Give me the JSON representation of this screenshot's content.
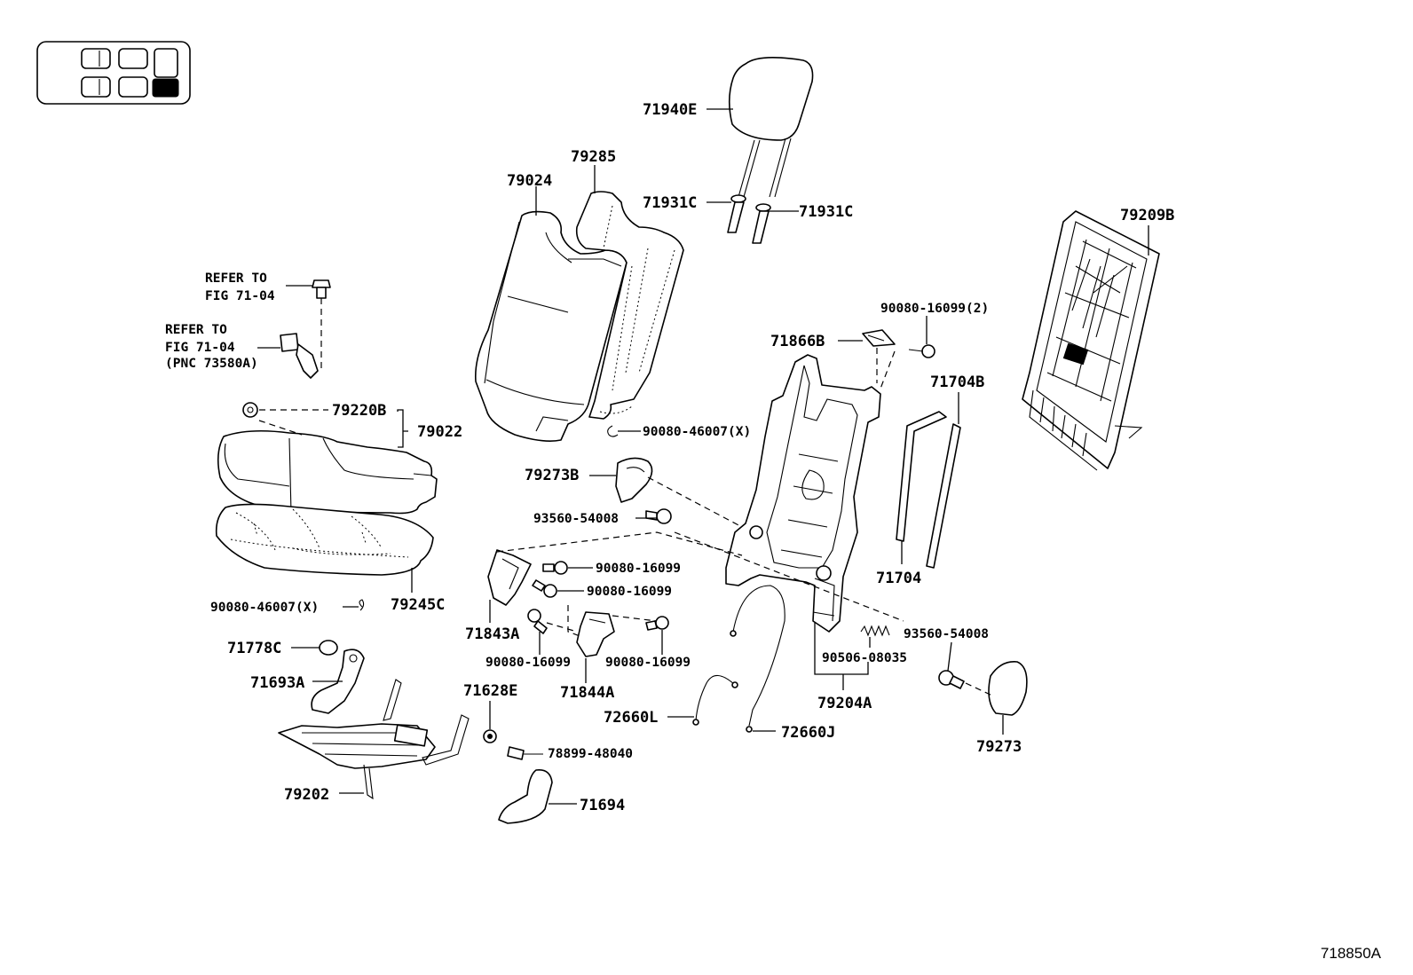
{
  "figure_id": "718850A",
  "refer1": {
    "line1": "REFER TO",
    "line2": "FIG 71-04"
  },
  "refer2": {
    "line1": "REFER TO",
    "line2": "FIG 71-04",
    "line3": "(PNC 73580A)"
  },
  "labels": {
    "p71940E": "71940E",
    "p79285": "79285",
    "p79024": "79024",
    "p71931C_a": "71931C",
    "p71931C_b": "71931C",
    "p79209B": "79209B",
    "p90080_16099_2": "90080-16099(2)",
    "p71866B": "71866B",
    "p71704B": "71704B",
    "p79220B": "79220B",
    "p79022": "79022",
    "p90080_46007_a": "90080-46007(X)",
    "p79273B": "79273B",
    "p93560_54008_a": "93560-54008",
    "p90080_16099_a": "90080-16099",
    "p90080_16099_b": "90080-16099",
    "p71704": "71704",
    "p90080_46007_b": "90080-46007(X)",
    "p79245C": "79245C",
    "p71843A": "71843A",
    "p93560_54008_b": "93560-54008",
    "p90506_08035": "90506-08035",
    "p90080_16099_c": "90080-16099",
    "p90080_16099_d": "90080-16099",
    "p71778C": "71778C",
    "p71693A": "71693A",
    "p71628E": "71628E",
    "p71844A": "71844A",
    "p79204A": "79204A",
    "p72660L": "72660L",
    "p72660J": "72660J",
    "p78899_48040": "78899-48040",
    "p79273": "79273",
    "p79202": "79202",
    "p71694": "71694"
  }
}
